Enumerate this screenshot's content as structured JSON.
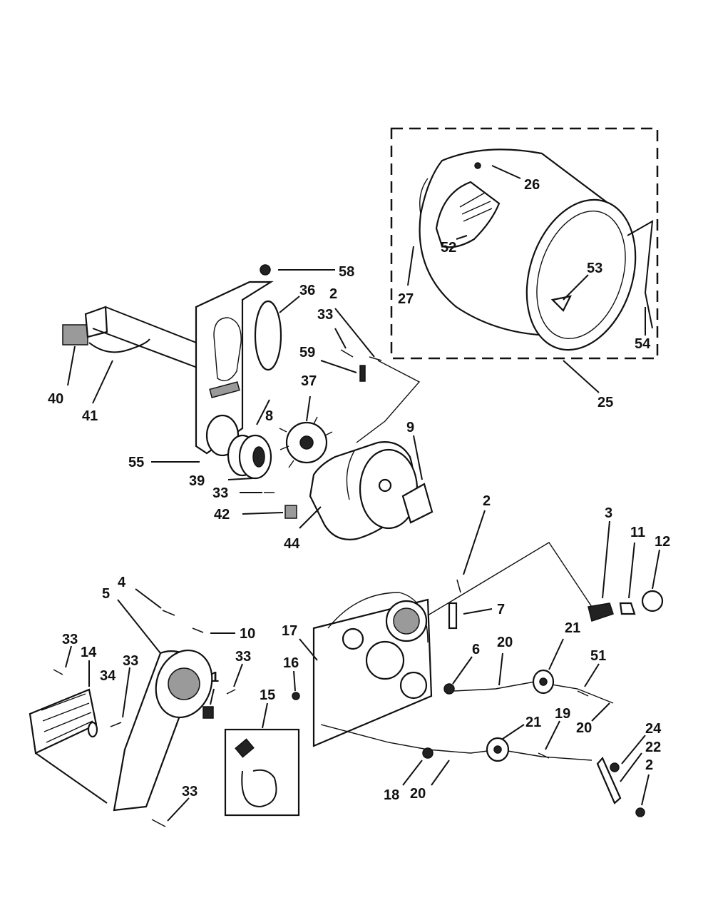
{
  "diagram": {
    "callouts": [
      {
        "id": "c1",
        "text": "1"
      },
      {
        "id": "c2a",
        "text": "2"
      },
      {
        "id": "c2b",
        "text": "2"
      },
      {
        "id": "c2c",
        "text": "2"
      },
      {
        "id": "c3",
        "text": "3"
      },
      {
        "id": "c4",
        "text": "4"
      },
      {
        "id": "c5",
        "text": "5"
      },
      {
        "id": "c6",
        "text": "6"
      },
      {
        "id": "c7",
        "text": "7"
      },
      {
        "id": "c8",
        "text": "8"
      },
      {
        "id": "c9",
        "text": "9"
      },
      {
        "id": "c10",
        "text": "10"
      },
      {
        "id": "c11",
        "text": "11"
      },
      {
        "id": "c12",
        "text": "12"
      },
      {
        "id": "c14",
        "text": "14"
      },
      {
        "id": "c15",
        "text": "15"
      },
      {
        "id": "c16",
        "text": "16"
      },
      {
        "id": "c17",
        "text": "17"
      },
      {
        "id": "c18",
        "text": "18"
      },
      {
        "id": "c19",
        "text": "19"
      },
      {
        "id": "c20a",
        "text": "20"
      },
      {
        "id": "c20b",
        "text": "20"
      },
      {
        "id": "c20c",
        "text": "20"
      },
      {
        "id": "c21a",
        "text": "21"
      },
      {
        "id": "c21b",
        "text": "21"
      },
      {
        "id": "c22",
        "text": "22"
      },
      {
        "id": "c24",
        "text": "24"
      },
      {
        "id": "c25",
        "text": "25"
      },
      {
        "id": "c26",
        "text": "26"
      },
      {
        "id": "c27",
        "text": "27"
      },
      {
        "id": "c33a",
        "text": "33"
      },
      {
        "id": "c33b",
        "text": "33"
      },
      {
        "id": "c33c",
        "text": "33"
      },
      {
        "id": "c33d",
        "text": "33"
      },
      {
        "id": "c33e",
        "text": "33"
      },
      {
        "id": "c33f",
        "text": "33"
      },
      {
        "id": "c34",
        "text": "34"
      },
      {
        "id": "c36",
        "text": "36"
      },
      {
        "id": "c37",
        "text": "37"
      },
      {
        "id": "c39",
        "text": "39"
      },
      {
        "id": "c40",
        "text": "40"
      },
      {
        "id": "c41",
        "text": "41"
      },
      {
        "id": "c42",
        "text": "42"
      },
      {
        "id": "c44",
        "text": "44"
      },
      {
        "id": "c51",
        "text": "51"
      },
      {
        "id": "c52",
        "text": "52"
      },
      {
        "id": "c53",
        "text": "53"
      },
      {
        "id": "c54",
        "text": "54"
      },
      {
        "id": "c55",
        "text": "55"
      },
      {
        "id": "c58",
        "text": "58"
      },
      {
        "id": "c59",
        "text": "59"
      }
    ]
  }
}
